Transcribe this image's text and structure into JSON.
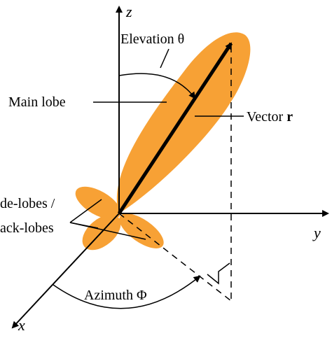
{
  "labels": {
    "elevation": "Elevation θ",
    "main_lobe": "Main lobe",
    "vector_prefix": "Vector ",
    "vector_symbol": "r",
    "side_lobes_line1": "de-lobes /",
    "side_lobes_line2": "ack-lobes",
    "azimuth": "Azimuth Φ",
    "axis_x": "x",
    "axis_y": "y",
    "axis_z": "z"
  },
  "colors": {
    "lobe": "#F7A135",
    "ink": "#000000"
  }
}
